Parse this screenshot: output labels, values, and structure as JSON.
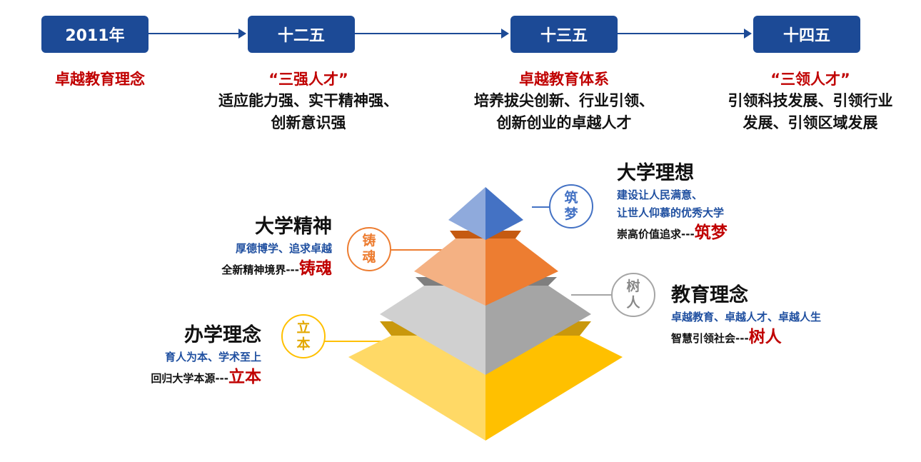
{
  "timeline": [
    {
      "label": "2011年",
      "heading": "卓越教育理念",
      "lines": []
    },
    {
      "label": "十二五",
      "heading": "“三强人才”",
      "lines": [
        "适应能力强、实干精神强、",
        "创新意识强"
      ]
    },
    {
      "label": "十三五",
      "heading": "卓越教育体系",
      "lines": [
        "培养拔尖创新、行业引领、",
        "创新创业的卓越人才"
      ]
    },
    {
      "label": "十四五",
      "heading": "“三领人才”",
      "lines": [
        "引领科技发展、引领行业",
        "发展、引领区域发展"
      ]
    }
  ],
  "pyramid": {
    "ideal": {
      "badge": [
        "筑",
        "梦"
      ],
      "title": "大学理想",
      "subs": [
        "建设让人民满意、",
        "让世人仰慕的优秀大学"
      ],
      "footer": "崇高价值追求---",
      "emphasis": "筑梦",
      "color": "#4472c4"
    },
    "spirit": {
      "badge": [
        "铸",
        "魂"
      ],
      "title": "大学精神",
      "subs": [
        "厚德博学、追求卓越"
      ],
      "footer": "全新精神境界---",
      "emphasis": "铸魂",
      "color": "#ed7d31"
    },
    "education": {
      "badge": [
        "树",
        "人"
      ],
      "title": "教育理念",
      "subs": [
        "卓越教育、卓越人才、卓越人生"
      ],
      "footer": "智慧引领社会---",
      "emphasis": "树人",
      "color": "#a5a5a5"
    },
    "philosophy": {
      "badge": [
        "立",
        "本"
      ],
      "title": "办学理念",
      "subs": [
        "育人为本、学术至上"
      ],
      "footer": "回归大学本源---",
      "emphasis": "立本",
      "color": "#ffc000"
    }
  },
  "colors": {
    "box": "#1c4a96",
    "accent": "#c00000",
    "sub": "#1f4fa0"
  }
}
